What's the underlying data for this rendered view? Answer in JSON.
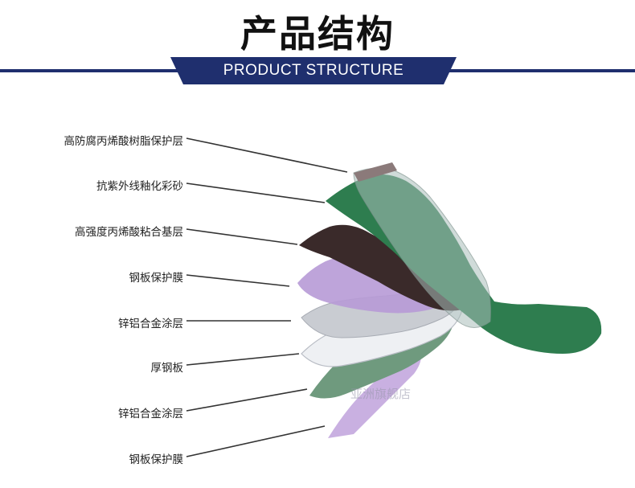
{
  "header": {
    "title": "产品结构",
    "subtitle": "PRODUCT STRUCTURE"
  },
  "layers": [
    {
      "label": "高防腐丙烯酸树脂保护层"
    },
    {
      "label": "抗紫外线釉化彩砂"
    },
    {
      "label": "高强度丙烯酸粘合基层"
    },
    {
      "label": "钢板保护膜"
    },
    {
      "label": "锌铝合金涂层"
    },
    {
      "label": "厚钢板"
    },
    {
      "label": "锌铝合金涂层"
    },
    {
      "label": "钢板保护膜"
    }
  ],
  "watermark": "亚洲旗舰店",
  "colors": {
    "banner": "#1f2f6e",
    "sand_green": "#2e7d4f",
    "adhesive_brown": "#3a2a2a",
    "film_purple": "#b79ad6",
    "coating_silver": "#c9ccd2",
    "steel_white": "#eef0f3"
  }
}
